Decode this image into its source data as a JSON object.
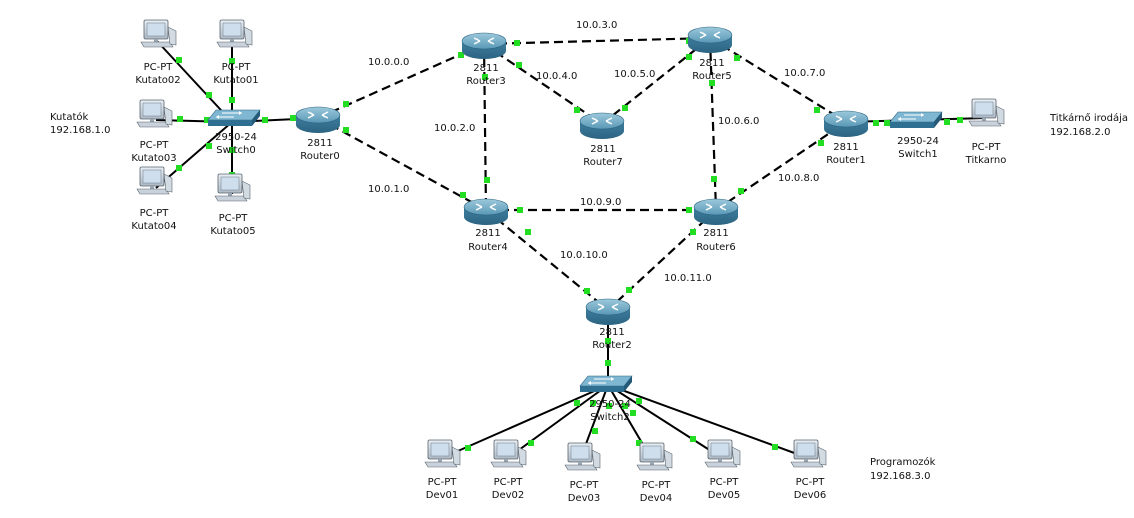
{
  "groups": {
    "kutatok": {
      "name": "Kutatók",
      "network": "192.168.1.0"
    },
    "titkarno": {
      "name": "Titkárnő irodája",
      "network": "192.168.2.0"
    },
    "programozok": {
      "name": "Programozók",
      "network": "192.168.3.0"
    }
  },
  "routers": {
    "r0": {
      "model": "2811",
      "name": "Router0"
    },
    "r1": {
      "model": "2811",
      "name": "Router1"
    },
    "r2": {
      "model": "2811",
      "name": "Router2"
    },
    "r3": {
      "model": "2811",
      "name": "Router3"
    },
    "r4": {
      "model": "2811",
      "name": "Router4"
    },
    "r5": {
      "model": "2811",
      "name": "Router5"
    },
    "r6": {
      "model": "2811",
      "name": "Router6"
    },
    "r7": {
      "model": "2811",
      "name": "Router7"
    }
  },
  "switches": {
    "s0": {
      "model": "2950-24",
      "name": "Switch0"
    },
    "s1": {
      "model": "2950-24",
      "name": "Switch1"
    },
    "s2": {
      "model": "2950-24",
      "name": "Switch2"
    }
  },
  "pcs": {
    "k01": {
      "model": "PC-PT",
      "name": "Kutato01"
    },
    "k02": {
      "model": "PC-PT",
      "name": "Kutato02"
    },
    "k03": {
      "model": "PC-PT",
      "name": "Kutato03"
    },
    "k04": {
      "model": "PC-PT",
      "name": "Kutato04"
    },
    "k05": {
      "model": "PC-PT",
      "name": "Kutato05"
    },
    "tit": {
      "model": "PC-PT",
      "name": "Titkarno"
    },
    "d01": {
      "model": "PC-PT",
      "name": "Dev01"
    },
    "d02": {
      "model": "PC-PT",
      "name": "Dev02"
    },
    "d03": {
      "model": "PC-PT",
      "name": "Dev03"
    },
    "d04": {
      "model": "PC-PT",
      "name": "Dev04"
    },
    "d05": {
      "model": "PC-PT",
      "name": "Dev05"
    },
    "d06": {
      "model": "PC-PT",
      "name": "Dev06"
    }
  },
  "links": {
    "r0r3": "10.0.0.0",
    "r0r4": "10.0.1.0",
    "r3r4": "10.0.2.0",
    "r3r5": "10.0.3.0",
    "r3r7": "10.0.4.0",
    "r7r5": "10.0.5.0",
    "r5r6": "10.0.6.0",
    "r5r1": "10.0.7.0",
    "r6r1": "10.0.8.0",
    "r4r6": "10.0.9.0",
    "r4r2": "10.0.10.0",
    "r6r2": "10.0.11.0"
  },
  "colors": {
    "port_up": "#22dd22",
    "router_body": "#4a8cab",
    "switch_body": "#3f86a8",
    "pc_screen": "#d8e6f2"
  }
}
